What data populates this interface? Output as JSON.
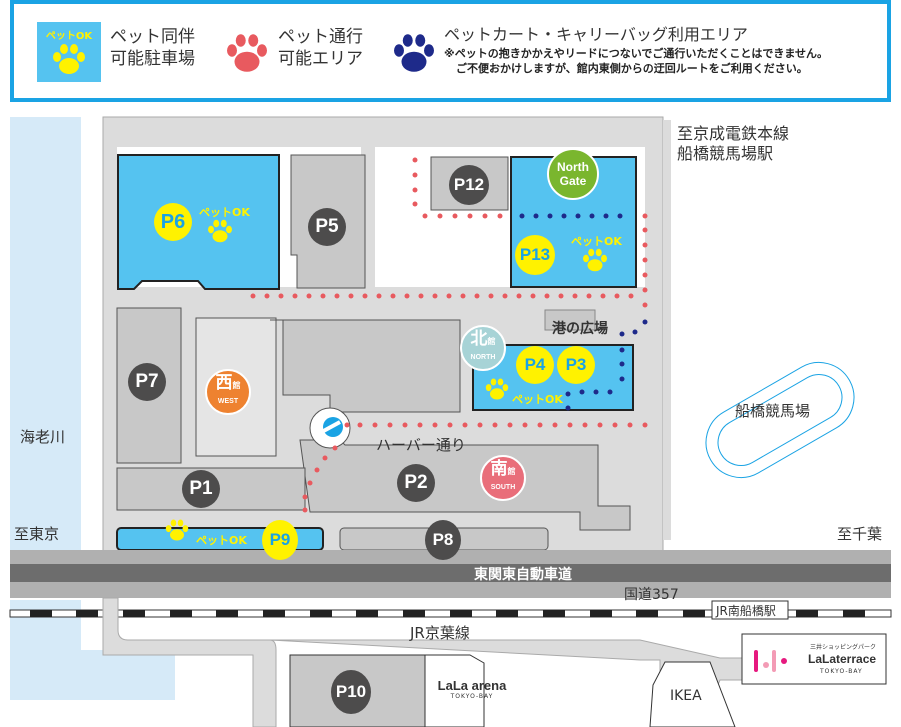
{
  "legend": {
    "pet_parking": {
      "badge": "ペットOK",
      "label_line1": "ペット同伴",
      "label_line2": "可能駐車場"
    },
    "pet_walk": {
      "label_line1": "ペット通行",
      "label_line2": "可能エリア"
    },
    "pet_cart": {
      "title": "ペットカート・キャリーバッグ利用エリア",
      "note_line1": "※ペットの抱きかかえやリードにつないでご通行いただくことはできません。",
      "note_line2": "ご不便おかけしますが、館内東側からの迂回ルートをご利用ください。"
    }
  },
  "colors": {
    "legend_border": "#1aa3e4",
    "pet_ok_area": "#55c3f0",
    "pet_walk_paw": "#e85a5f",
    "pet_cart_paw": "#1e2a8a",
    "yellow": "#fff200",
    "river": "#d6eaf8",
    "road": "#dcdcdc",
    "building": "#c8c8c8"
  },
  "parking": {
    "p1": "P1",
    "p2": "P2",
    "p3": "P3",
    "p4": "P4",
    "p5": "P5",
    "p6": "P6",
    "p7": "P7",
    "p8": "P8",
    "p9": "P9",
    "p10": "P10",
    "p12": "P12",
    "p13": "P13"
  },
  "pet_ok": "ペットOK",
  "buildings": {
    "west": {
      "kanji": "西",
      "suffix": "館",
      "en": "WEST"
    },
    "north": {
      "kanji": "北",
      "suffix": "館",
      "en": "NORTH"
    },
    "south": {
      "kanji": "南",
      "suffix": "館",
      "en": "SOUTH"
    },
    "north_gate": {
      "line1": "North",
      "line2": "Gate"
    }
  },
  "places": {
    "keisei_line1": "至京成電鉄本線",
    "keisei_line2": "船橋競馬場駅",
    "minato_plaza": "港の広場",
    "racecourse": "船橋競馬場",
    "ebigawa": "海老川",
    "harbor_street": "ハーバー通り",
    "to_tokyo": "至東京",
    "to_chiba": "至千葉",
    "expressway": "東関東自動車道",
    "route357": "国道357",
    "jr_station": "JR南船橋駅",
    "jr_line": "JR京葉線",
    "ikea": "IKEA",
    "lala_arena": {
      "name": "LaLa arena",
      "sub": "TOKYO-BAY"
    },
    "lala_terrace": {
      "top": "三井ショッピングパーク",
      "name": "LaLaterrace",
      "sub": "TOKYO-BAY"
    }
  }
}
